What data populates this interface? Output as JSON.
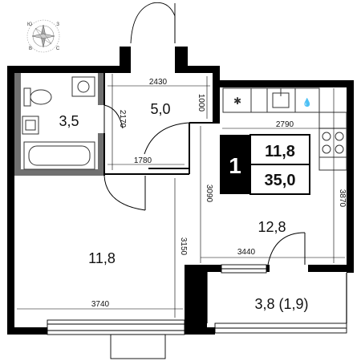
{
  "compass": {
    "north": "З",
    "south": "В",
    "east": "С",
    "west": "Ю"
  },
  "rooms": {
    "bathroom": "3,5",
    "hallway": "5,0",
    "kitchen": "12,8",
    "living": "11,8",
    "balcony": "3,8 (1,9)"
  },
  "dimensions": {
    "hall_width": "2430",
    "hall_depth": "2170",
    "hall_short": "1000",
    "corridor": "1780",
    "kitchen_width": "2790",
    "kitchen_depth": "3090",
    "kitchen_right": "3870",
    "kitchen_bottom": "3440",
    "living_height": "3150",
    "living_width": "3740"
  },
  "summary": {
    "rooms_count": "1",
    "living_area": "11,8",
    "total_area": "35,0"
  },
  "colors": {
    "wall": "#000000",
    "bath_wall": "#707070",
    "fixture_stroke": "#333333",
    "background": "#ffffff"
  }
}
